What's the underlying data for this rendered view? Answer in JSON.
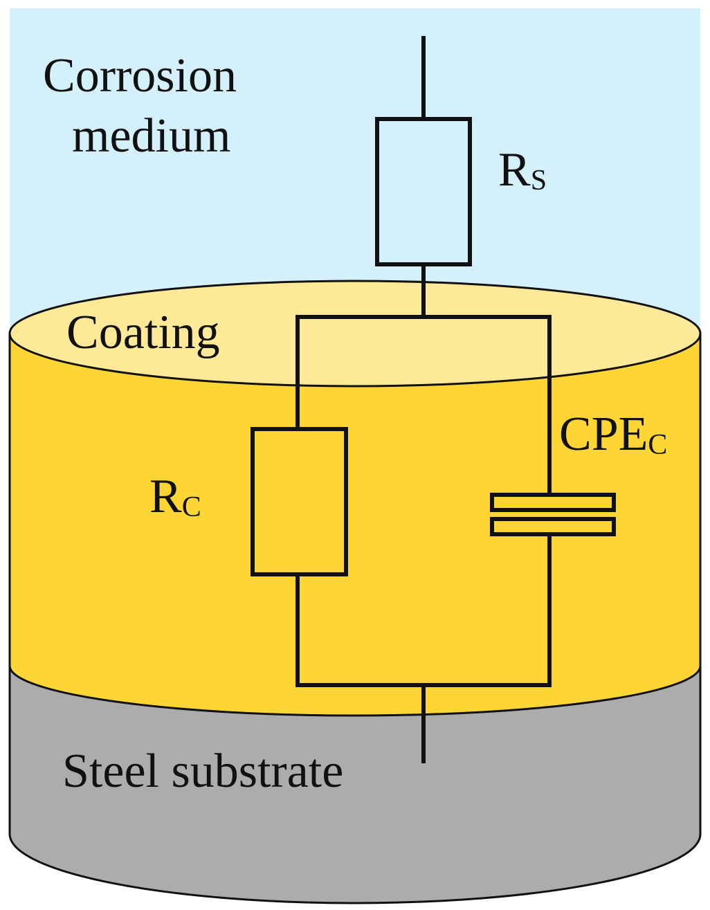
{
  "labels": {
    "medium_line1": "Corrosion",
    "medium_line2": "medium",
    "coating": "Coating",
    "substrate": "Steel substrate"
  },
  "components": {
    "rs": {
      "main": "R",
      "sub": "S"
    },
    "rc": {
      "main": "R",
      "sub": "C"
    },
    "cpe": {
      "main": "CPE",
      "sub": "C"
    }
  },
  "colors": {
    "medium": "#d4f1fb",
    "coating_side": "#fdd535",
    "coating_top": "#fde997",
    "substrate": "#acacac",
    "wire": "#111111"
  }
}
